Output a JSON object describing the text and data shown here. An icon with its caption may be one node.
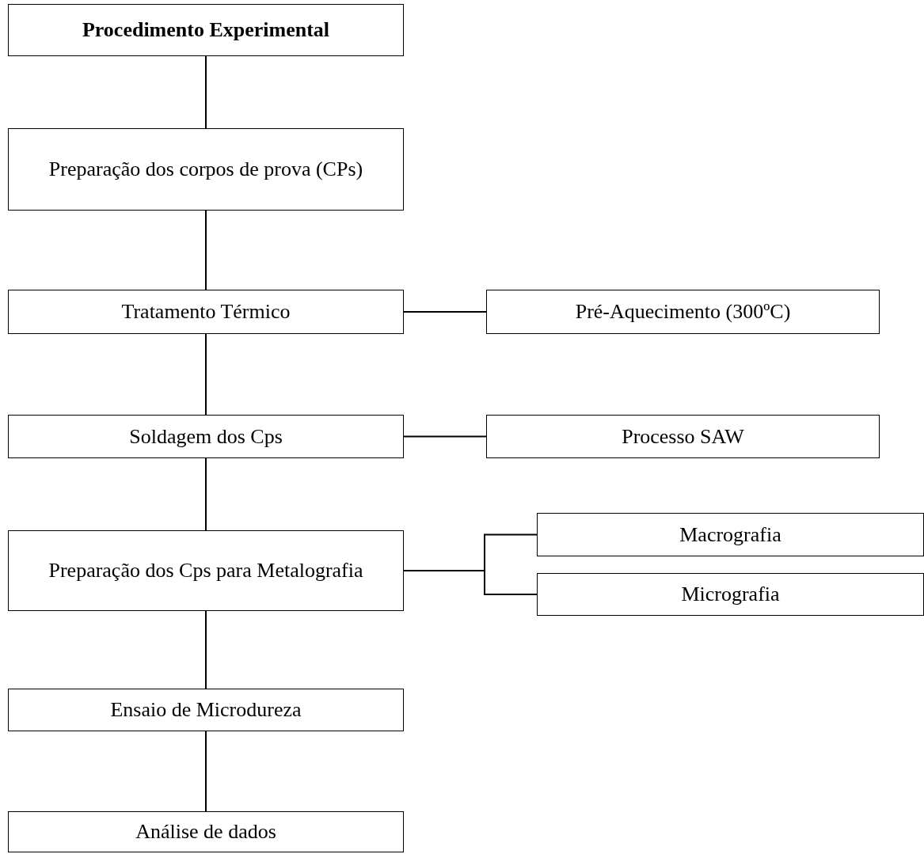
{
  "diagram": {
    "nodes": [
      {
        "text": [
          "Procedimento Experimental"
        ]
      },
      {
        "text": [
          "Preparação dos corpos de prova (CPs)"
        ]
      },
      {
        "text": [
          "Tratamento Térmico"
        ]
      },
      {
        "text": [
          "Pré-Aquecimento (300ºC)"
        ]
      },
      {
        "text": [
          "Soldagem dos Cps"
        ]
      },
      {
        "text": [
          "Processo SAW"
        ]
      },
      {
        "text": [
          "Preparação dos Cps para Metalografia"
        ]
      },
      {
        "text": [
          "Macrografia"
        ]
      },
      {
        "text": [
          "Micrografia"
        ]
      },
      {
        "text": [
          "Ensaio de Microdureza"
        ]
      },
      {
        "text": [
          "Análise de dados"
        ]
      }
    ],
    "edges": [
      {
        "from": 0,
        "to": 1,
        "arrow": "none"
      },
      {
        "from": 1,
        "to": 2,
        "arrow": "none"
      },
      {
        "from": 2,
        "to": 3,
        "arrow": "none"
      },
      {
        "from": 2,
        "to": 4,
        "arrow": "none"
      },
      {
        "from": 4,
        "to": 5,
        "arrow": "none"
      },
      {
        "from": 4,
        "to": 6,
        "arrow": "none"
      },
      {
        "from": 6,
        "to": 7,
        "arrow": "none"
      },
      {
        "from": 6,
        "to": 8,
        "arrow": "none"
      },
      {
        "from": 6,
        "to": 9,
        "arrow": "none"
      },
      {
        "from": 9,
        "to": 10,
        "arrow": "none"
      }
    ]
  }
}
